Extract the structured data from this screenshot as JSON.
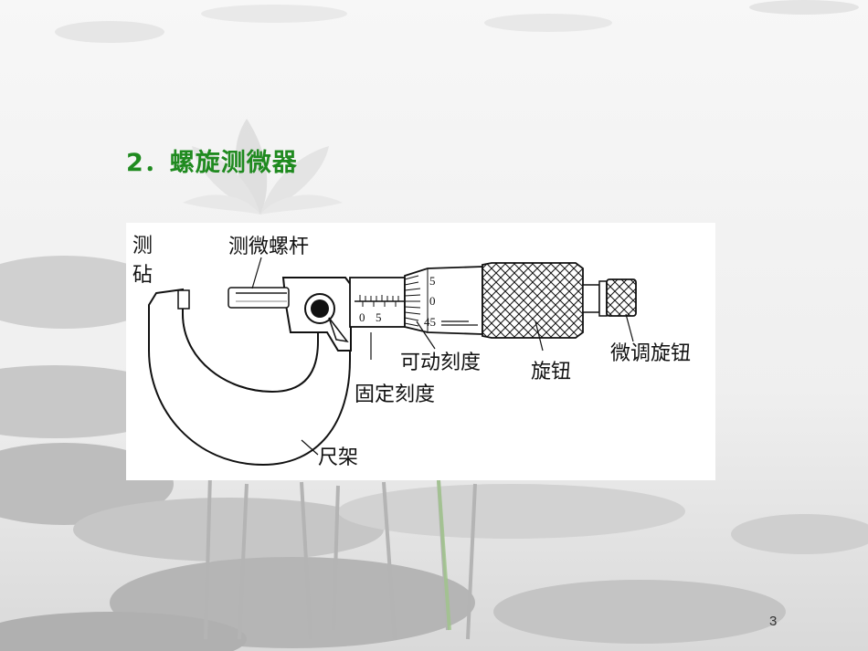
{
  "slide": {
    "heading": "2．螺旋测微器",
    "page_number": "3"
  },
  "figure": {
    "labels": {
      "anvil_line1": "测",
      "anvil_line2": "砧",
      "spindle": "测微螺杆",
      "thimble_scale": "可动刻度",
      "sleeve_scale": "固定刻度",
      "ratchet_knob": "旋钮",
      "fine_knob": "微调旋钮",
      "frame": "尺架"
    },
    "sleeve_ticks": [
      "0",
      "5"
    ],
    "thimble_ticks": [
      "5",
      "0",
      "45"
    ]
  }
}
